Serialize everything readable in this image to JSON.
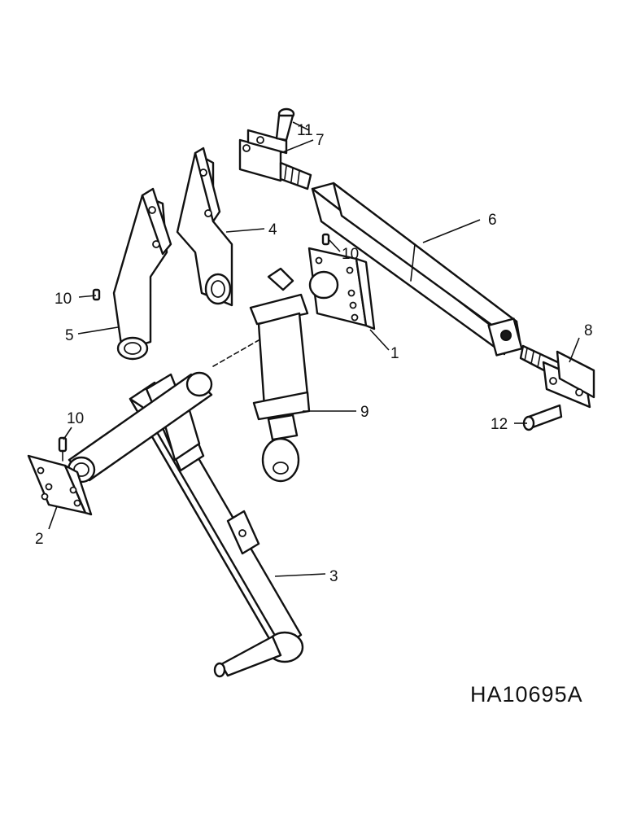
{
  "diagram": {
    "callouts": [
      "1",
      "2",
      "3",
      "4",
      "5",
      "6",
      "7",
      "8",
      "9",
      "10",
      "10",
      "10",
      "11",
      "12"
    ],
    "drawing_id": "HA10695A"
  }
}
